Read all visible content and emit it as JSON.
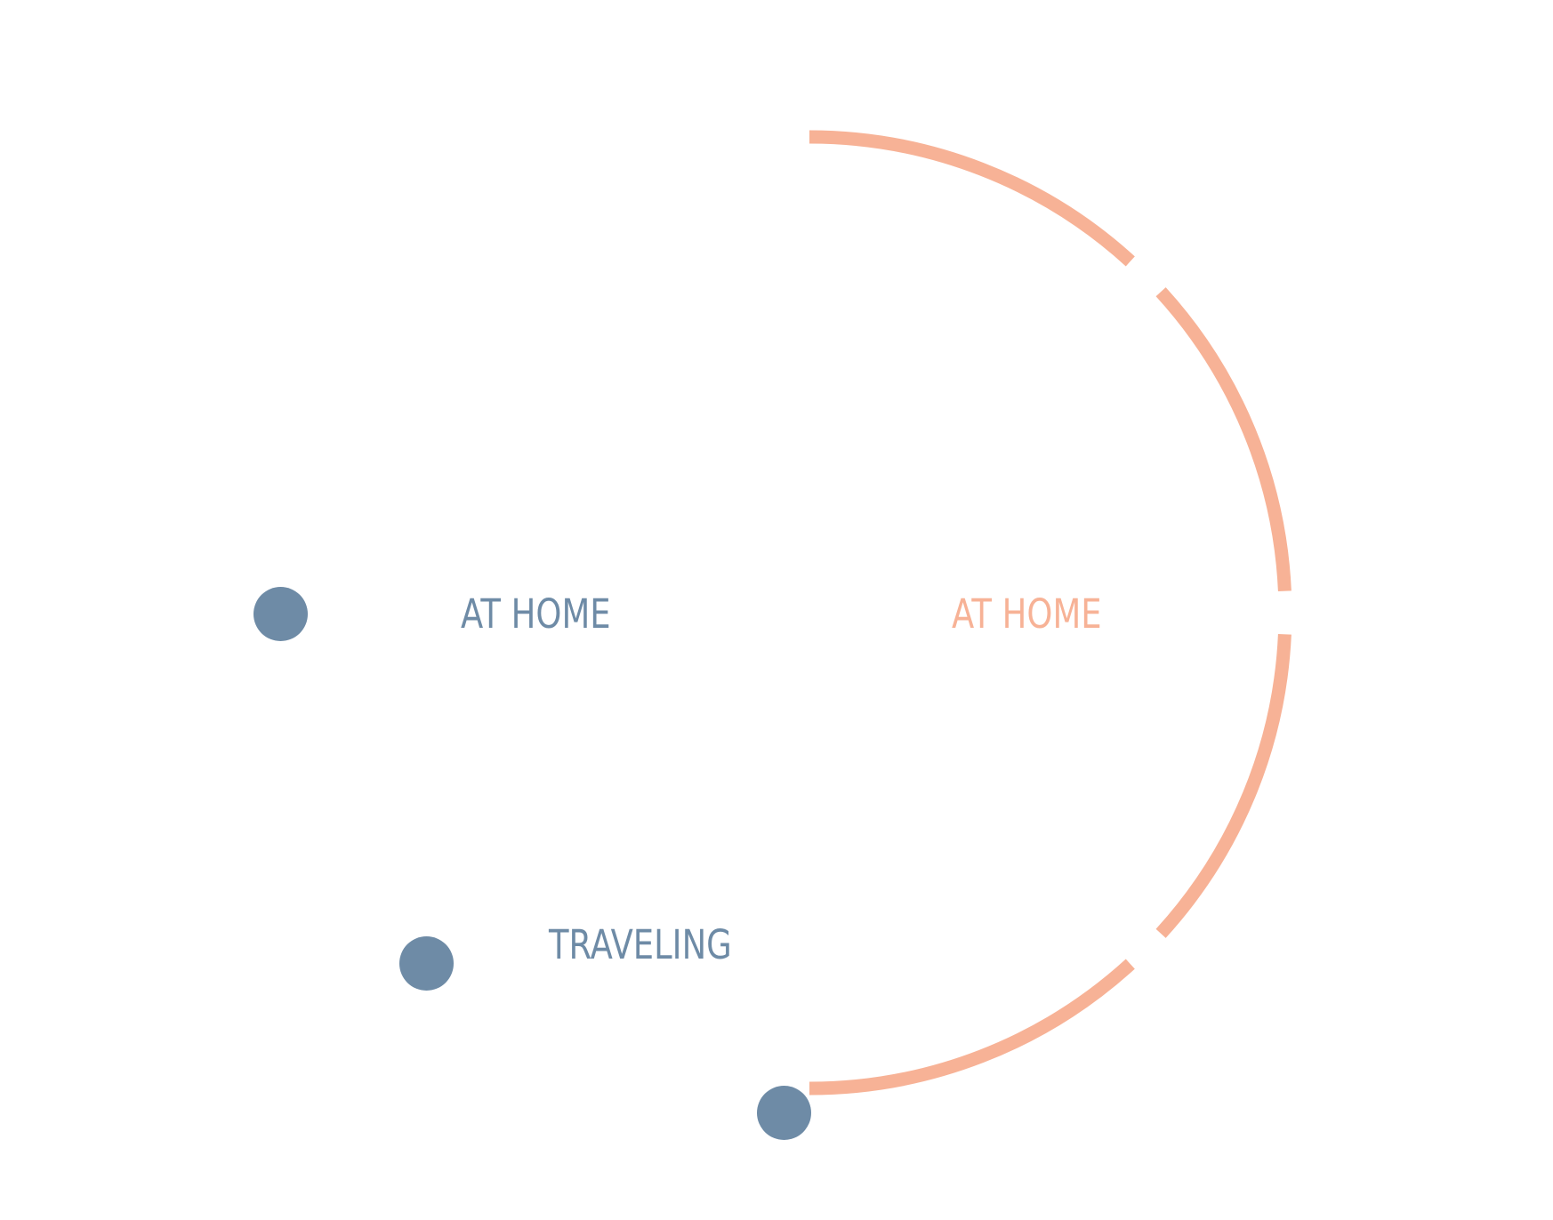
{
  "colors": {
    "arc": "#F7B296",
    "dot": "#6E8BA6",
    "label_left": "#6E8BA6",
    "label_right": "#F7B296",
    "background": "#FFFFFF"
  },
  "labels": {
    "at_home_left": "AT HOME",
    "at_home_right": "AT HOME",
    "traveling": "TRAVELING"
  },
  "arc": {
    "segments": 4,
    "shape": "half-circle"
  }
}
